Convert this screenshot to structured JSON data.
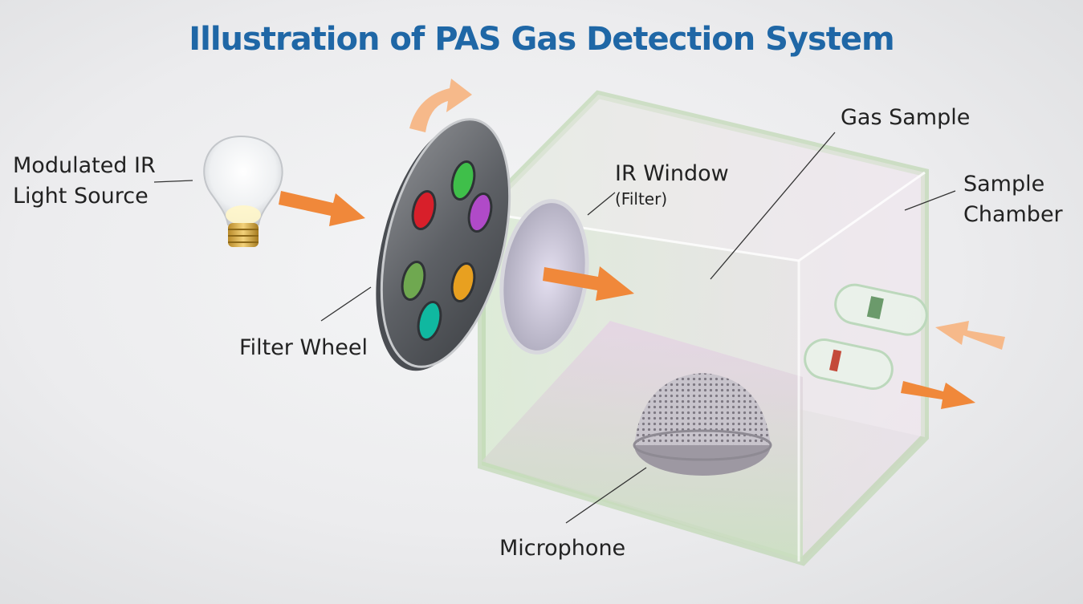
{
  "title": "Illustration of PAS Gas Detection System",
  "labels": {
    "light_source_line1": "Modulated IR",
    "light_source_line2": "Light Source",
    "filter_wheel": "Filter Wheel",
    "ir_window": "IR Window",
    "ir_window_sub": "(Filter)",
    "gas_sample": "Gas Sample",
    "sample_chamber_line1": "Sample",
    "sample_chamber_line2": "Chamber",
    "microphone": "Microphone"
  },
  "colors": {
    "title": "#1f67a6",
    "arrow": "#f0883a",
    "arrow_faded": "#f6b98a",
    "chamber_glow": "#b8d8a8",
    "leader_line": "#333333"
  },
  "filter_colors": [
    "#3fbf4a",
    "#b04ac8",
    "#e8a020",
    "#10b8a0",
    "#6fa850",
    "#d81f2a"
  ]
}
